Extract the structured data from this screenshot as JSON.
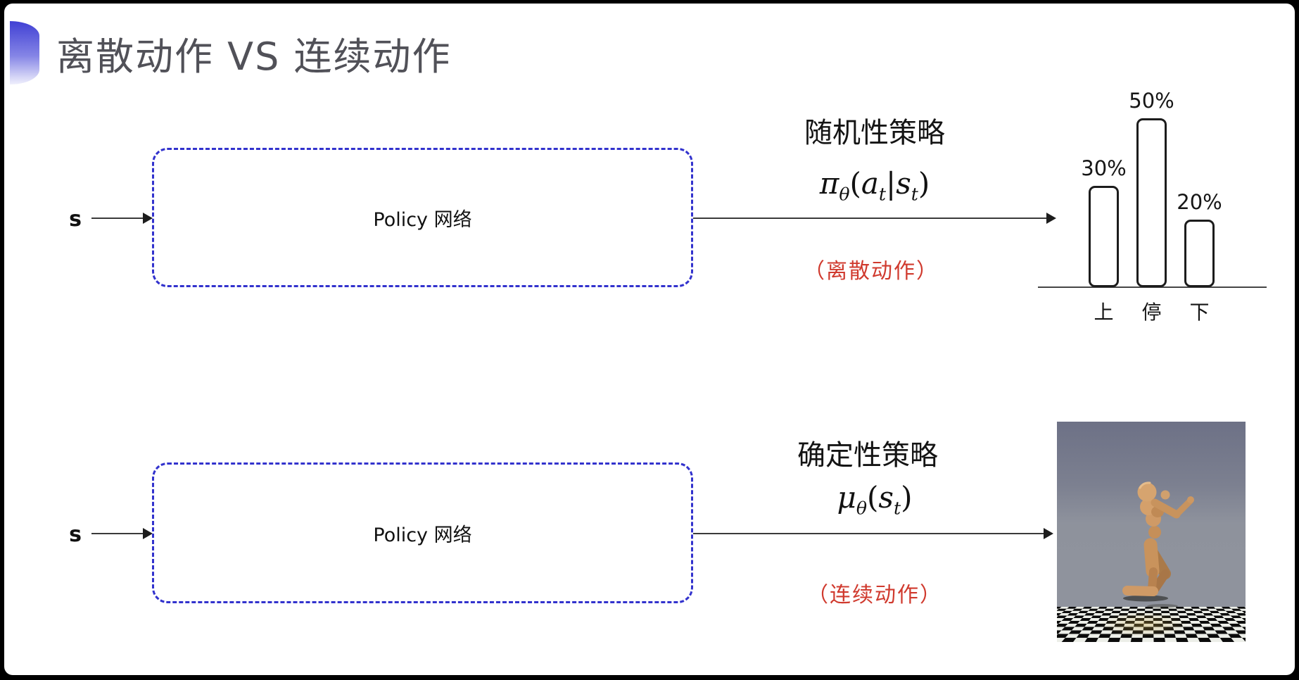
{
  "slide_title": {
    "text": "离散动作 VS 连续动作",
    "icon": "half-circle-accent"
  },
  "diagram": {
    "stochastic_row": {
      "input_label": "s",
      "network_box_label": "Policy 网络",
      "policy_name": "随机性策略",
      "formula_plain": "πθ(at|st)",
      "formula": [
        {
          "t": "π",
          "i": true
        },
        {
          "t": "θ",
          "i": true,
          "sub": true
        },
        {
          "t": "("
        },
        {
          "t": "a",
          "i": true
        },
        {
          "t": "t",
          "i": true,
          "sub": true
        },
        {
          "t": "|"
        },
        {
          "t": "s",
          "i": true
        },
        {
          "t": "t",
          "i": true,
          "sub": true
        },
        {
          "t": ")"
        }
      ],
      "action_type_note": "（离散动作）"
    },
    "deterministic_row": {
      "input_label": "s",
      "network_box_label": "Policy 网络",
      "policy_name": "确定性策略",
      "formula_plain": "μθ(st)",
      "formula": [
        {
          "t": "μ",
          "i": true
        },
        {
          "t": "θ",
          "i": true,
          "sub": true
        },
        {
          "t": "("
        },
        {
          "t": "s",
          "i": true
        },
        {
          "t": "t",
          "i": true,
          "sub": true
        },
        {
          "t": ")"
        }
      ],
      "action_type_note": "（连续动作）"
    }
  },
  "chart_data": {
    "type": "bar",
    "title": "",
    "xlabel": "",
    "ylabel": "",
    "categories": [
      "上",
      "停",
      "下"
    ],
    "values": [
      30,
      50,
      20
    ],
    "value_labels": [
      "30%",
      "50%",
      "20%"
    ],
    "unit": "%",
    "ylim": [
      0,
      55
    ],
    "grid": false,
    "legend": false,
    "bar_style": "outlined-rounded-white"
  },
  "sim_image": {
    "subject": "humanoid robot running in physics simulation",
    "floor": "black-white checkerboard",
    "sky": "gray-blue"
  },
  "colors": {
    "box_dash_blue": "#3232cd",
    "note_red": "#d03a2e",
    "title_gray": "#515158",
    "arrow_black": "#2b2b2b",
    "accent_icon_top": "#4040d4",
    "accent_icon_bottom": "#efeffc",
    "bar_outline": "#1c1c1c"
  }
}
